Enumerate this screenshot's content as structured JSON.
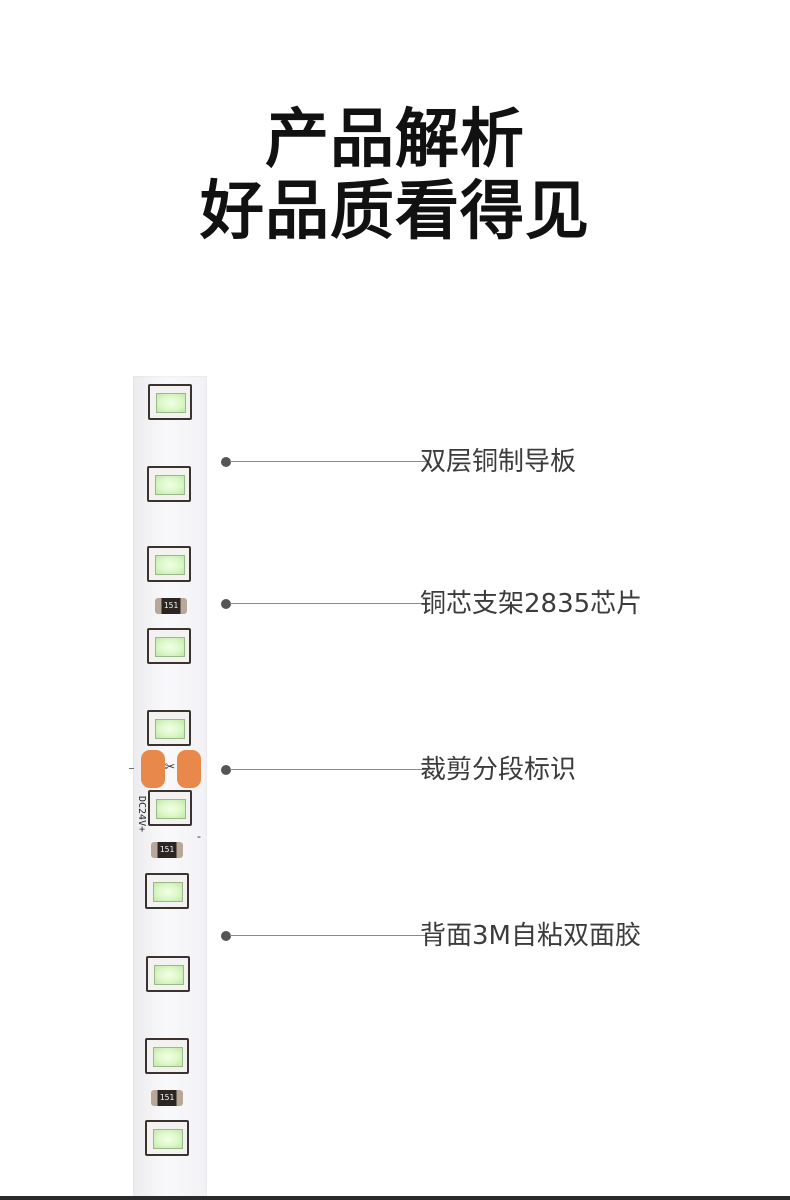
{
  "header": {
    "title_line1": "产品解析",
    "title_line2": "好品质看得见"
  },
  "strip": {
    "resistor_code": "151",
    "polarity_marking": "DC24V+",
    "minus_marking": "-",
    "cut_icon": "scissors-icon"
  },
  "callouts": [
    {
      "label": "双层铜制导板"
    },
    {
      "label": "铜芯支架2835芯片"
    },
    {
      "label": "裁剪分段标识"
    },
    {
      "label": "背面3M自粘双面胶"
    }
  ],
  "colors": {
    "title": "#111111",
    "label": "#3c3c3c",
    "pad": "#e8884a",
    "leader": "#8a8a8a"
  }
}
